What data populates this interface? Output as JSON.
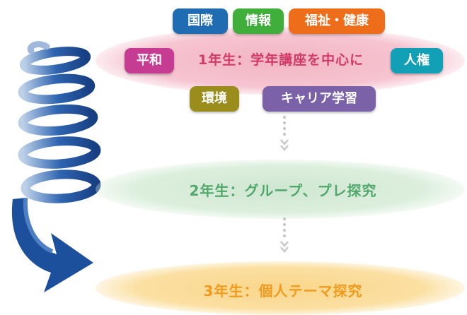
{
  "stages": [
    {
      "label": "1年生：学年講座を中心に",
      "color": "#d23a6a"
    },
    {
      "label": "2年生：グループ、プレ探究",
      "color": "#52a86b"
    },
    {
      "label": "3年生：個人テーマ探究",
      "color": "#f09a1e"
    }
  ],
  "tags": {
    "kokusai": "国際",
    "jouhou": "情報",
    "fukushi": "福祉・健康",
    "heiwa": "平和",
    "jinken": "人権",
    "kankyo": "環境",
    "career": "キャリア学習"
  }
}
